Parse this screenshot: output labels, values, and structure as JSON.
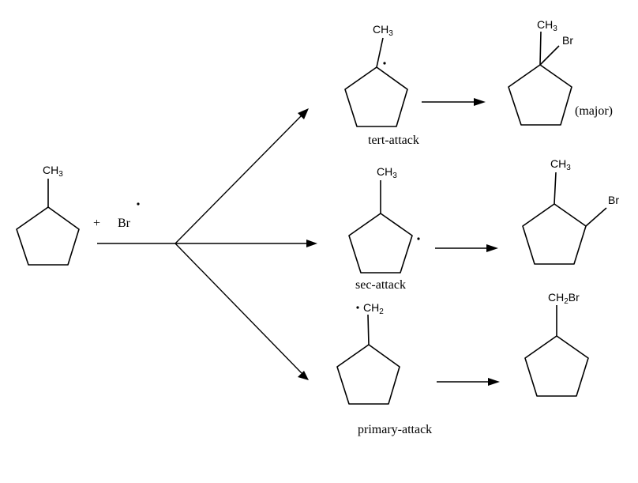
{
  "reactant": {
    "methyl_label": "CH",
    "methyl_sub": "3",
    "plus": "+",
    "bromine": "Br"
  },
  "tert": {
    "radical_label": "CH",
    "radical_sub": "3",
    "caption": "tert-attack",
    "product_methyl": "CH",
    "product_methyl_sub": "3",
    "product_br": "Br",
    "product_note": "(major)"
  },
  "sec": {
    "radical_label": "CH",
    "radical_sub": "3",
    "caption": "sec-attack",
    "product_methyl": "CH",
    "product_methyl_sub": "3",
    "product_br": "Br"
  },
  "primary": {
    "radical_label": "CH",
    "radical_sub": "2",
    "caption": "primary-attack",
    "product_label": "CH",
    "product_sub": "2",
    "product_br": "Br"
  }
}
